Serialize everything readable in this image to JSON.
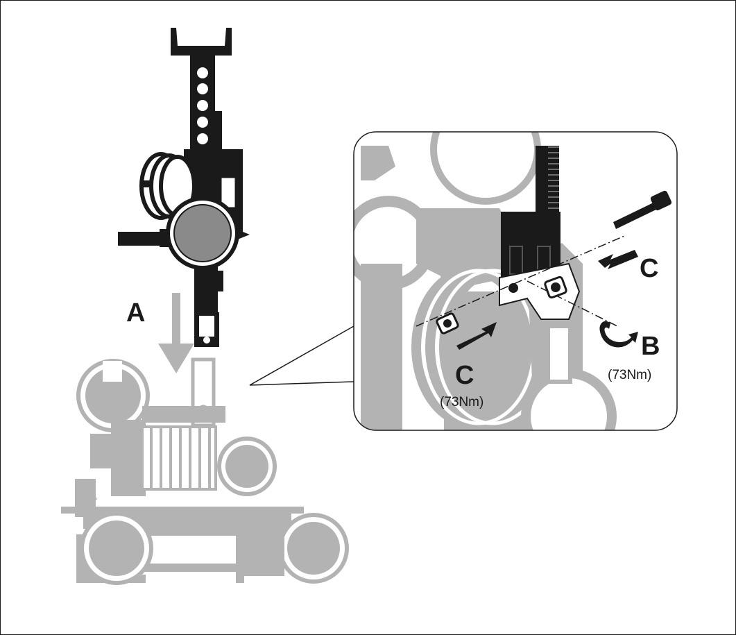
{
  "labels": {
    "step_a": "A",
    "step_b": "B",
    "step_c_upper": "C",
    "step_c_lower": "C",
    "torque_b": "(73Nm)",
    "torque_c": "(73Nm)"
  },
  "colors": {
    "tool_black": "#1a1a1a",
    "machine_gray": "#b3b3b3",
    "outline": "#222222",
    "background": "#ffffff"
  }
}
